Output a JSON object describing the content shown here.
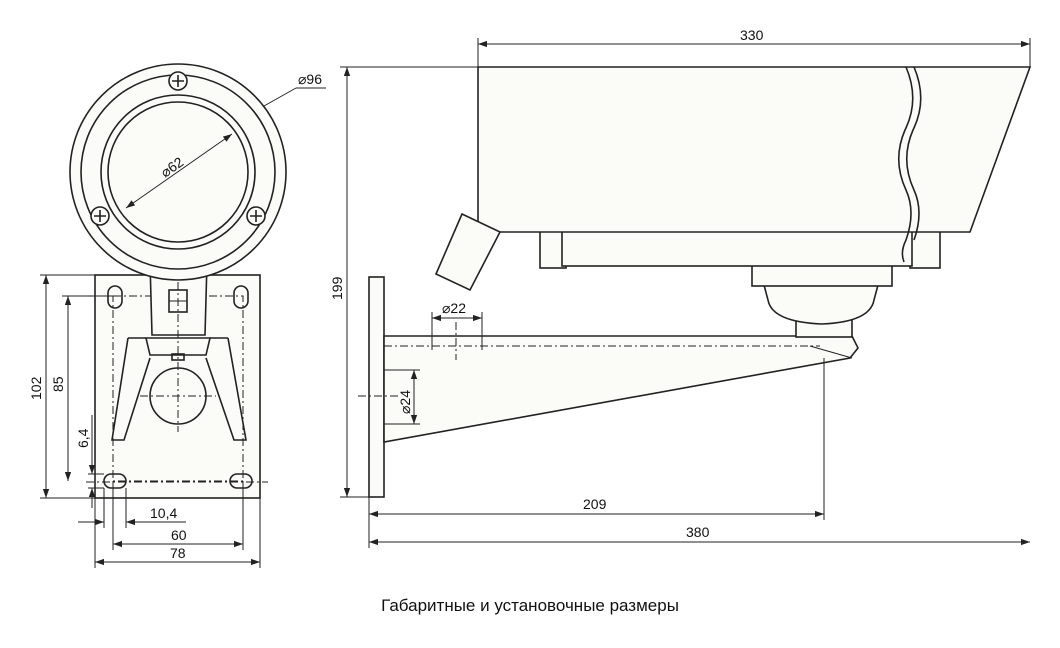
{
  "caption": "Габаритные и установочные размеры",
  "dimensions": {
    "d96": "⌀96",
    "d62": "⌀62",
    "h102": "102",
    "h85": "85",
    "h6_4": "6,4",
    "w10_4": "10,4",
    "w60": "60",
    "w78": "78",
    "h199": "199",
    "l330": "330",
    "d22": "⌀22",
    "d24": "⌀24",
    "l209": "209",
    "l380": "380"
  }
}
